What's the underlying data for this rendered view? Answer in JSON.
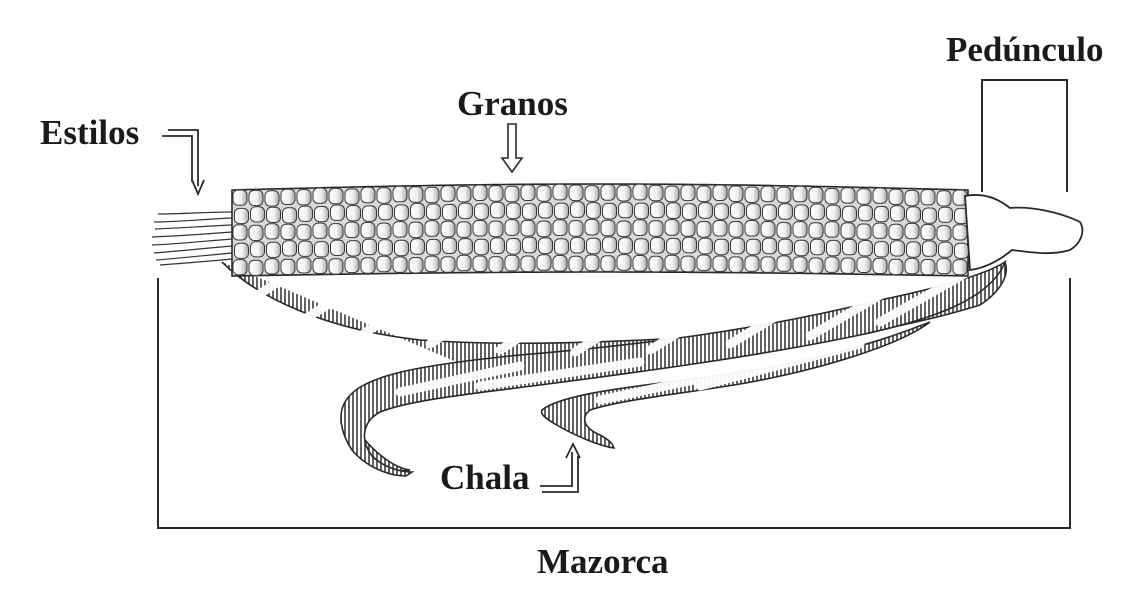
{
  "diagram": {
    "labels": {
      "estilos": "Estilos",
      "granos": "Granos",
      "pedunculo": "Pedúnculo",
      "chala": "Chala",
      "mazorca": "Mazorca"
    },
    "colors": {
      "line": "#2a2a2a",
      "kernel_light": "#ffffff",
      "kernel_shade": "#bdbdbd",
      "hatch": "#555555",
      "background": "#ffffff"
    }
  }
}
